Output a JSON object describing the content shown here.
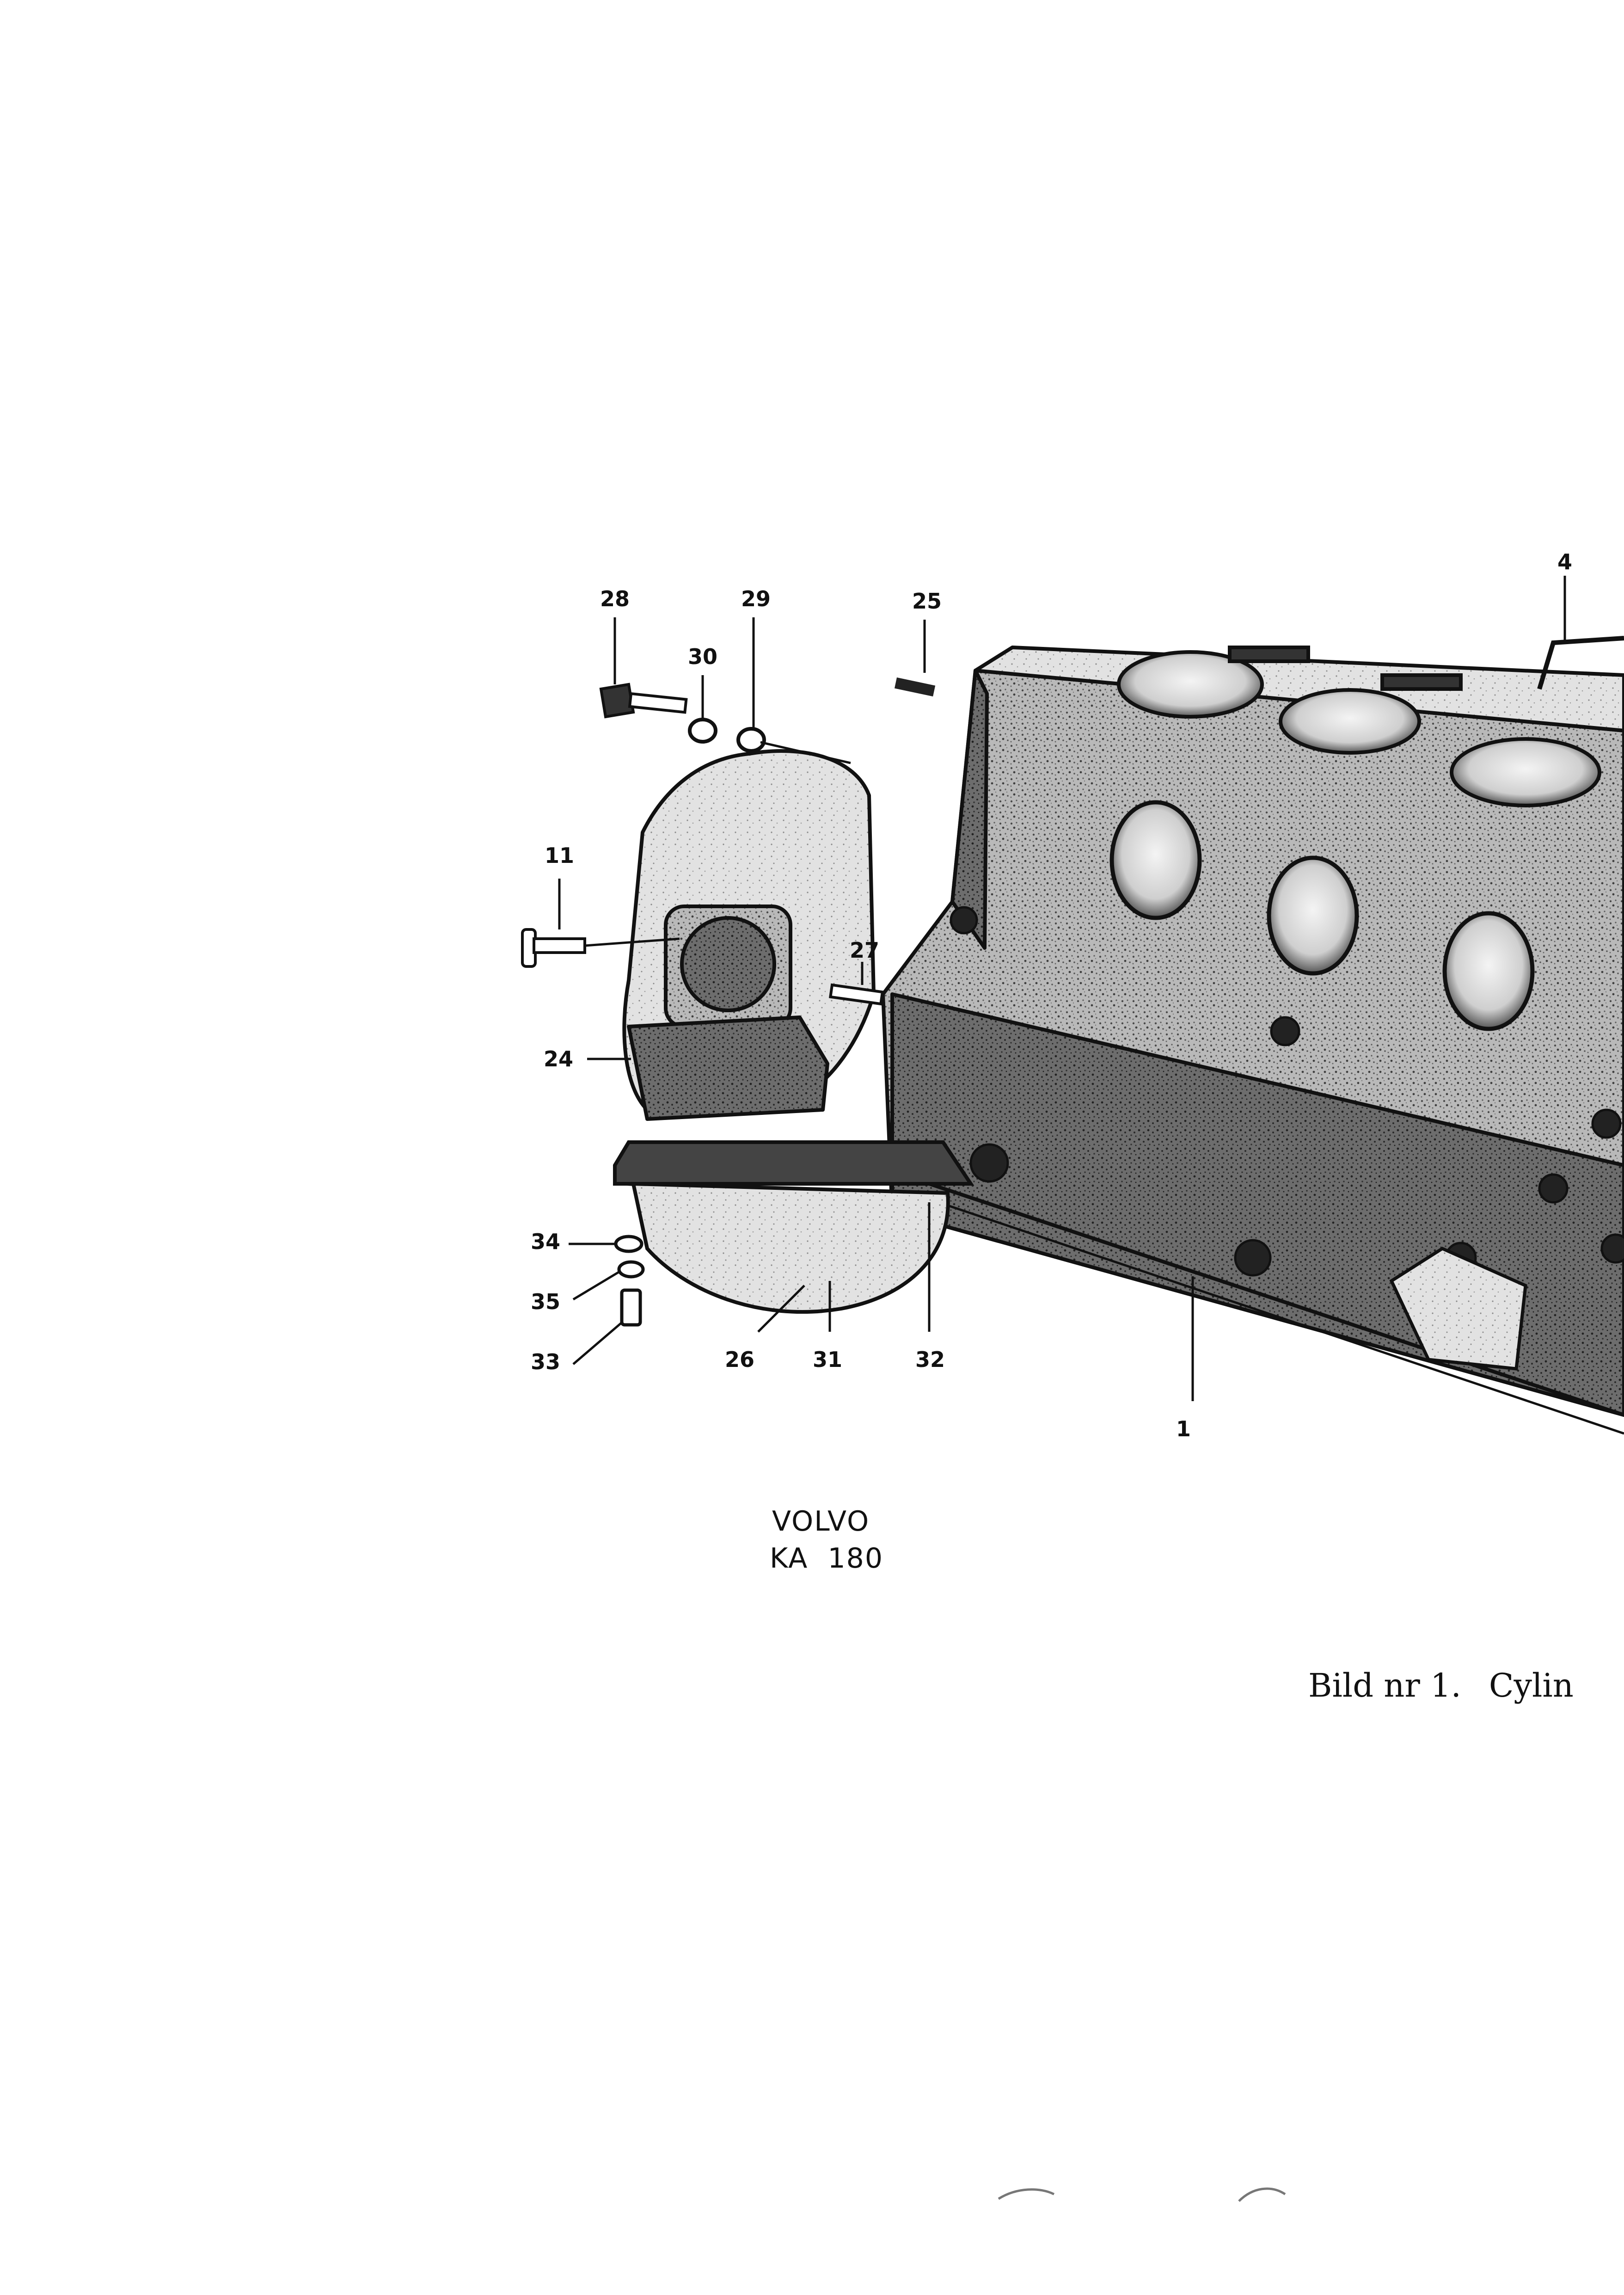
{
  "figure": {
    "callouts": [
      "28",
      "29",
      "30",
      "25",
      "4",
      "11",
      "27",
      "24",
      "34",
      "35",
      "33",
      "26",
      "31",
      "32",
      "1"
    ],
    "brand_line1": "VOLVO",
    "brand_line2": "KA  180"
  },
  "caption": {
    "number": "Bild nr 1.",
    "title_fragment": "Cylin"
  }
}
